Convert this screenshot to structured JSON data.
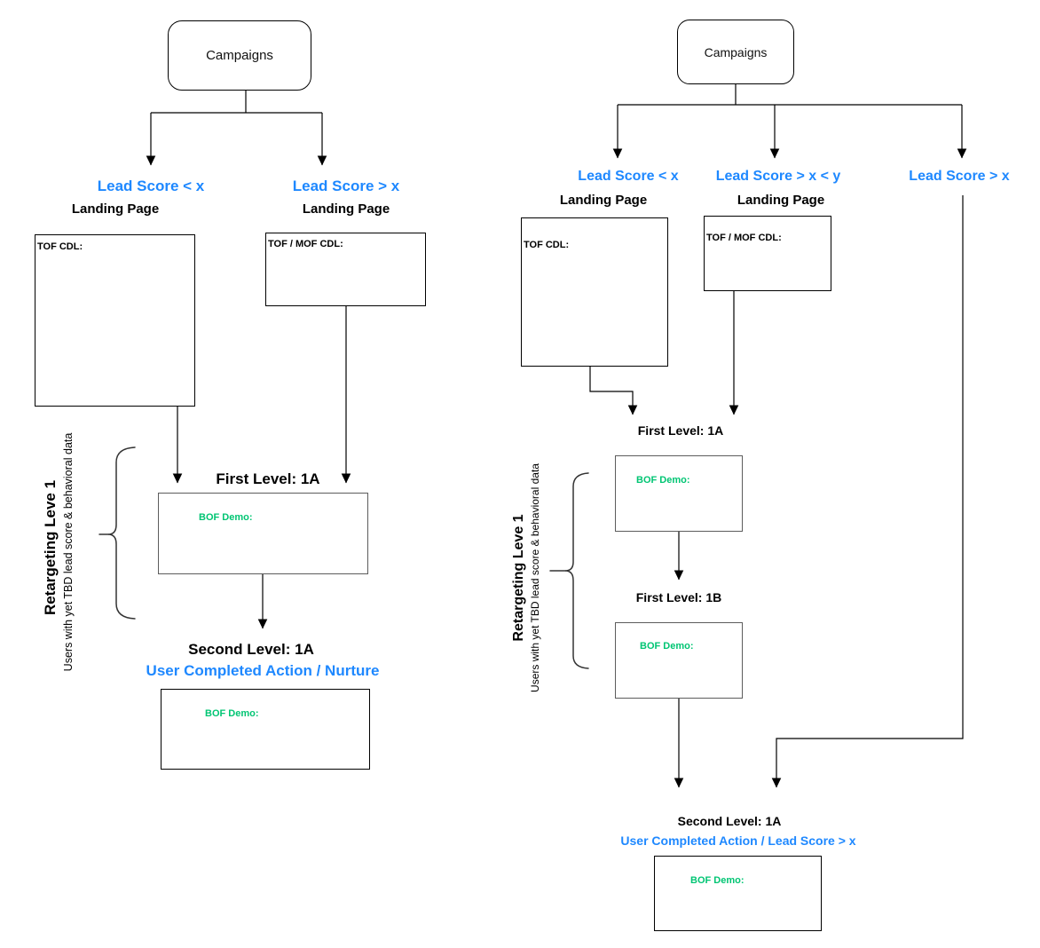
{
  "colors": {
    "accent_blue": "#1E88FF",
    "accent_green": "#00C573",
    "line": "#000000"
  },
  "left_diagram": {
    "root_label": "Campaigns",
    "branches": [
      {
        "label": "Lead Score < x"
      },
      {
        "label": "Lead Score > x"
      }
    ],
    "landing_pages": [
      {
        "label": "Landing Page",
        "box_label": "TOF CDL:"
      },
      {
        "label": "Landing Page",
        "box_label": "TOF / MOF CDL:"
      }
    ],
    "first_level": {
      "label": "First Level: 1A",
      "box_label": "BOF Demo:"
    },
    "second_level": {
      "label": "Second Level: 1A",
      "sublabel": "User Completed Action / Nurture",
      "box_label": "BOF Demo:"
    },
    "retargeting": {
      "title": "Retargeting Leve 1",
      "subtitle": "Users with yet TBD lead score & behavioral data"
    }
  },
  "right_diagram": {
    "root_label": "Campaigns",
    "branches": [
      {
        "label": "Lead Score < x"
      },
      {
        "label": "Lead Score > x < y"
      },
      {
        "label": "Lead Score > x"
      }
    ],
    "landing_pages": [
      {
        "label": "Landing Page",
        "box_label": "TOF CDL:"
      },
      {
        "label": "Landing Page",
        "box_label": "TOF / MOF CDL:"
      }
    ],
    "first_level_1a": {
      "label": "First Level: 1A",
      "box_label": "BOF Demo:"
    },
    "first_level_1b": {
      "label": "First Level: 1B",
      "box_label": "BOF Demo:"
    },
    "second_level": {
      "label": "Second Level: 1A",
      "sublabel": "User Completed Action / Lead Score > x",
      "box_label": "BOF Demo:"
    },
    "retargeting": {
      "title": "Retargeting Leve 1",
      "subtitle": "Users with yet TBD lead score & behavioral data"
    }
  }
}
